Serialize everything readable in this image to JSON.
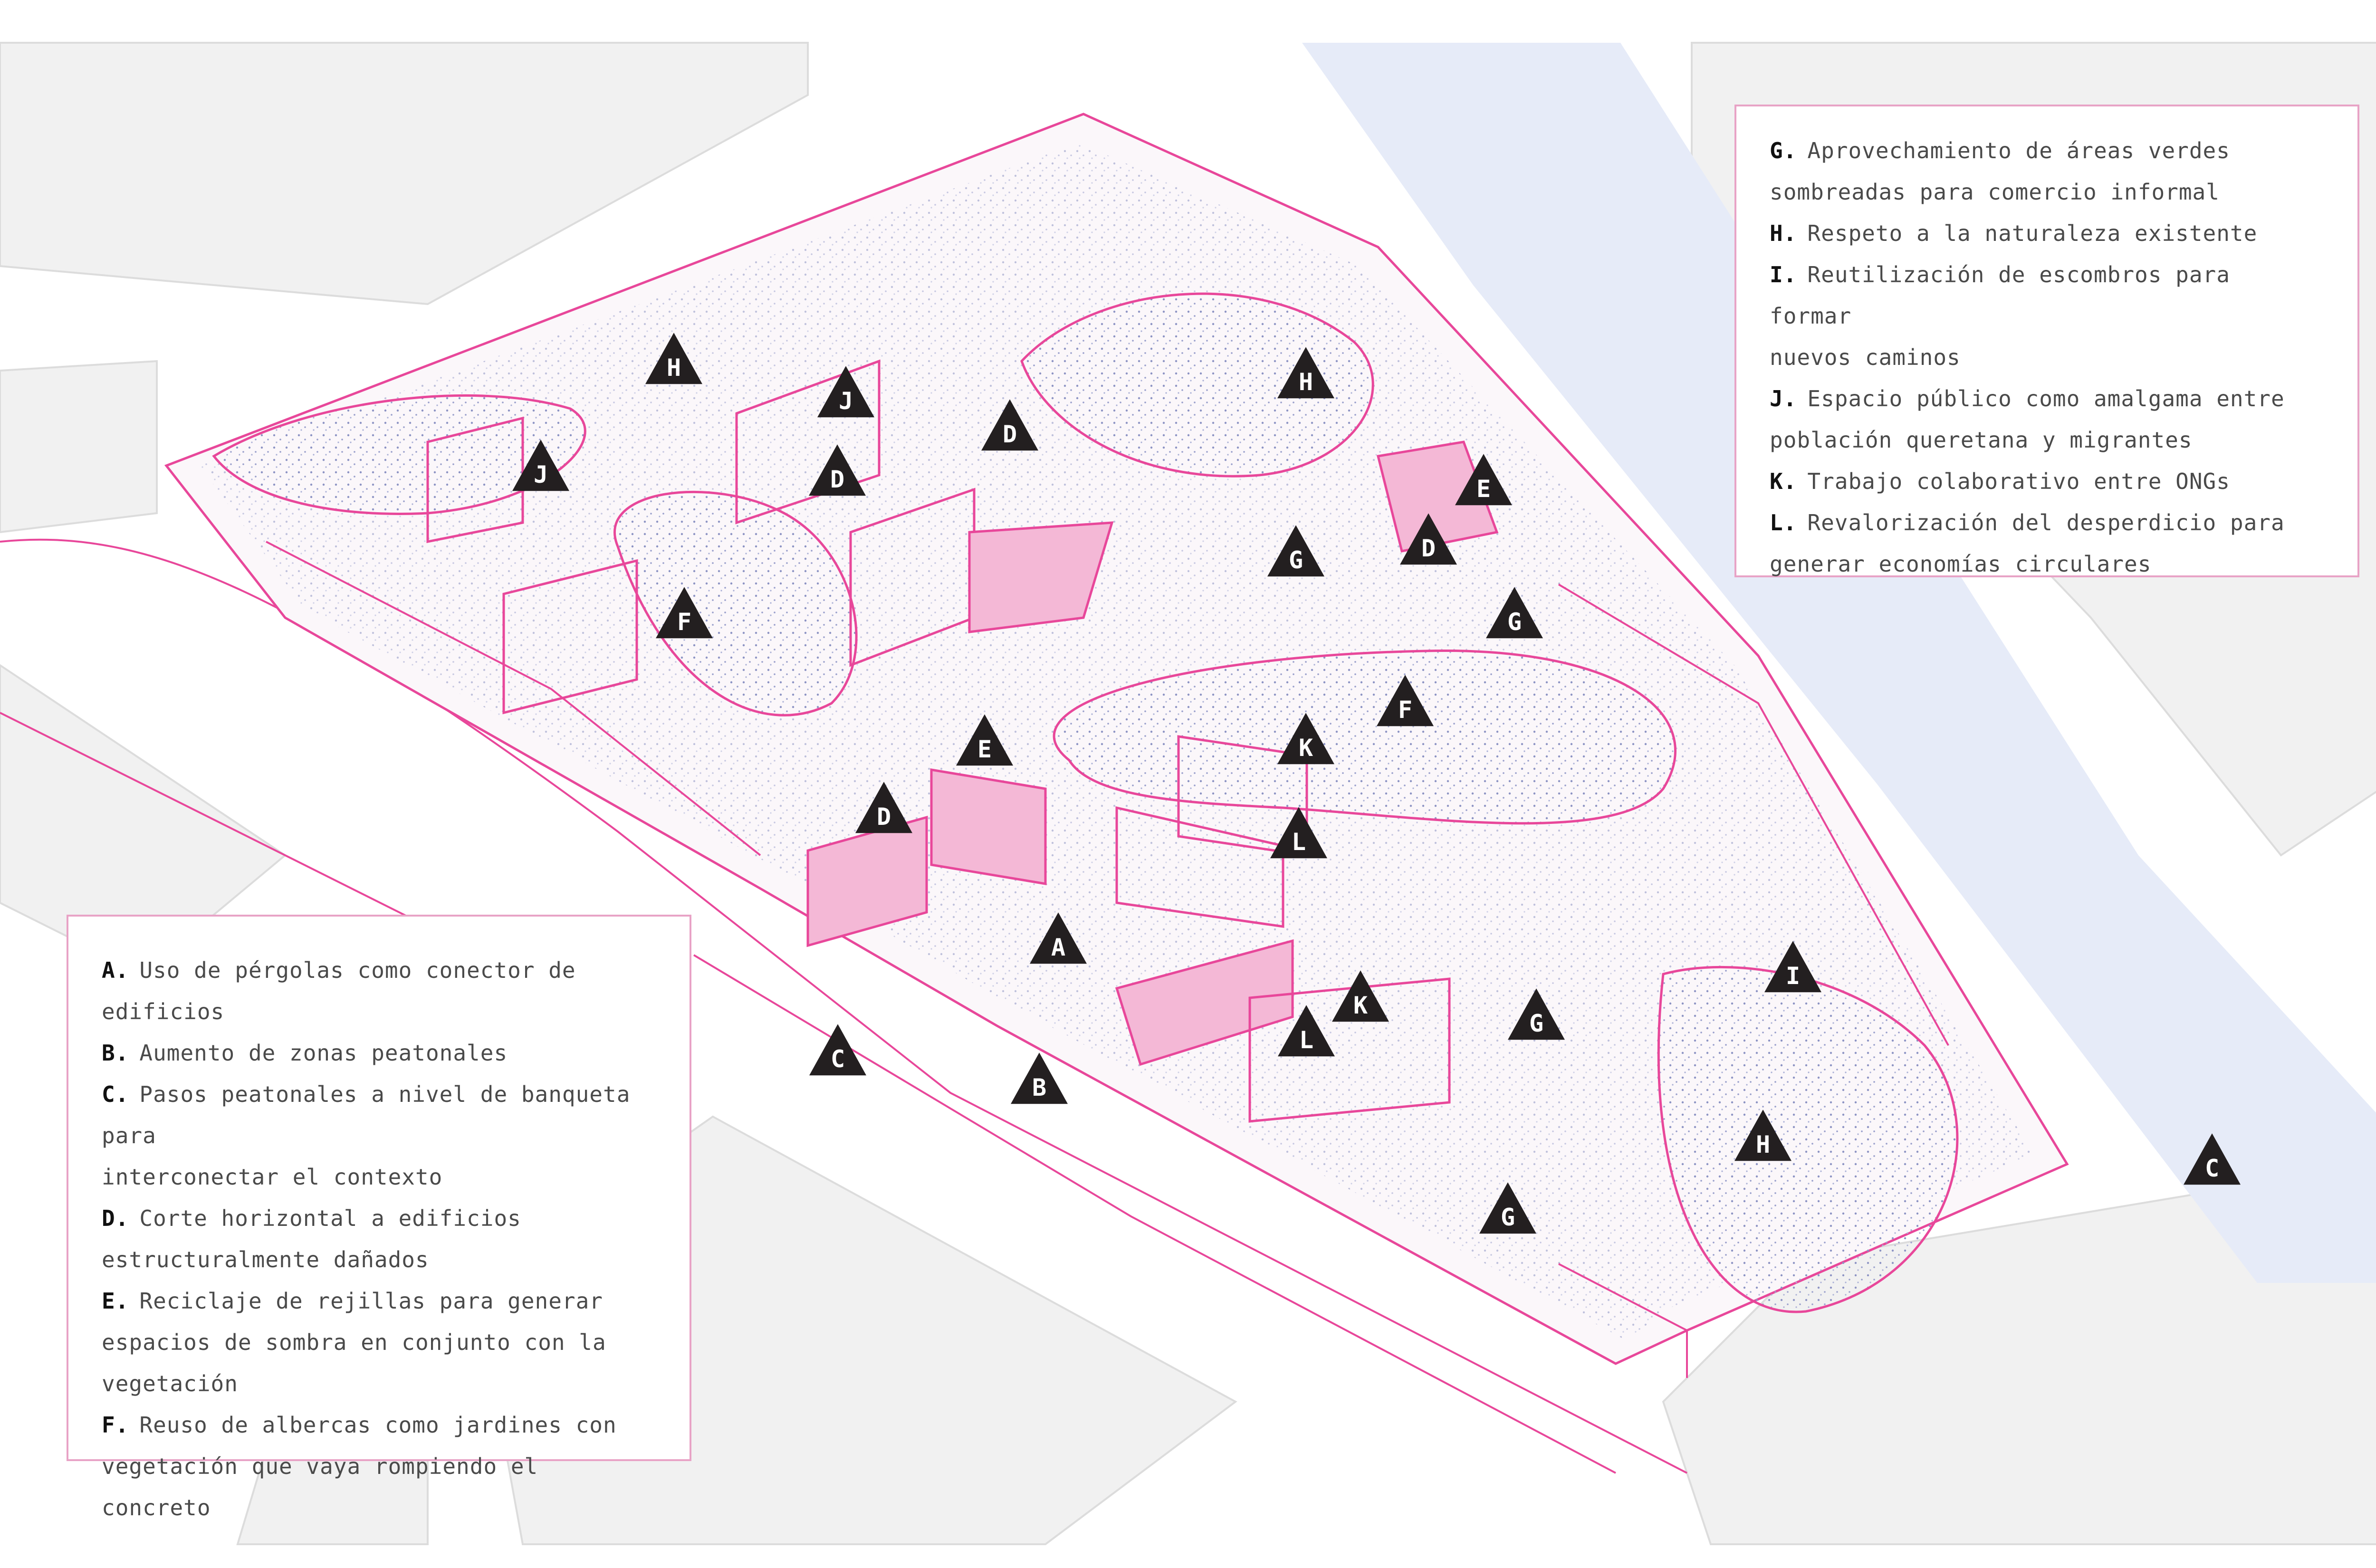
{
  "colors": {
    "accent": "#e8479a",
    "accent_light": "#f4b8d6",
    "marker": "#231f20",
    "water": "#e6ebf8",
    "building": "#f1f1f1",
    "people": "#6d78c0"
  },
  "legend_top": [
    {
      "key": "G.",
      "lines": [
        "Aprovechamiento de áreas verdes",
        "sombreadas para comercio informal"
      ]
    },
    {
      "key": "H.",
      "lines": [
        "Respeto a la naturaleza existente"
      ]
    },
    {
      "key": "I.",
      "lines": [
        "Reutilización de escombros para formar",
        "nuevos caminos"
      ]
    },
    {
      "key": "J.",
      "lines": [
        "Espacio público como amalgama entre",
        "población queretana y migrantes"
      ]
    },
    {
      "key": "K.",
      "lines": [
        "Trabajo colaborativo entre ONGs"
      ]
    },
    {
      "key": "L.",
      "lines": [
        "Revalorización del desperdicio para",
        "generar economías circulares"
      ]
    }
  ],
  "legend_bottom": [
    {
      "key": "A.",
      "lines": [
        "Uso de pérgolas como conector de",
        "edificios"
      ]
    },
    {
      "key": "B.",
      "lines": [
        "Aumento de zonas peatonales"
      ]
    },
    {
      "key": "C.",
      "lines": [
        "Pasos peatonales a nivel de banqueta para",
        "interconectar el contexto"
      ]
    },
    {
      "key": "D.",
      "lines": [
        "Corte horizontal a edificios",
        "estructuralmente dañados"
      ]
    },
    {
      "key": "E.",
      "lines": [
        "Reciclaje de rejillas para generar",
        "espacios de sombra en conjunto con la",
        "vegetación"
      ]
    },
    {
      "key": "F.",
      "lines": [
        "Reuso de albercas como jardines con",
        "vegetación que vaya rompiendo el concreto"
      ]
    }
  ],
  "markers": [
    "H",
    "J",
    "D",
    "D",
    "J",
    "F",
    "H",
    "E",
    "D",
    "G",
    "G",
    "F",
    "E",
    "K",
    "D",
    "L",
    "A",
    "K",
    "L",
    "G",
    "C",
    "B",
    "I",
    "H",
    "G",
    "C"
  ]
}
